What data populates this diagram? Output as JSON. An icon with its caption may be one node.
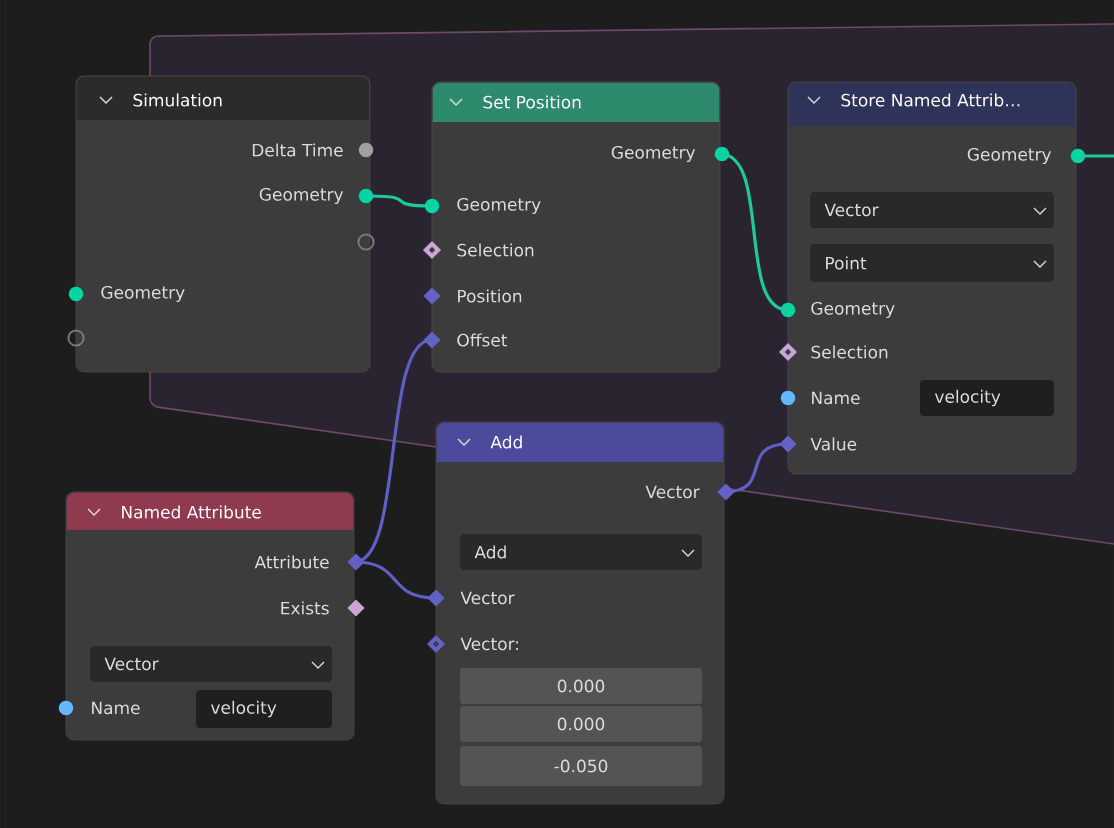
{
  "diagram": {
    "nodes": [
      {
        "text": [
          "Simulation",
          "Delta Time",
          "Geometry",
          "Geometry"
        ]
      },
      {
        "text": [
          "Set Position",
          "Geometry",
          "Geometry",
          "Selection",
          "Position",
          "Offset"
        ]
      },
      {
        "text": [
          "Store Named Attrib…",
          "Geometry",
          "Vector",
          "Point",
          "Geometry",
          "Selection",
          "Name",
          "velocity",
          "Value"
        ]
      },
      {
        "text": [
          "Add",
          "Vector",
          "Add",
          "Vector",
          "Vector:",
          "0.000",
          "0.000",
          "-0.050"
        ]
      },
      {
        "text": [
          "Named Attribute",
          "Attribute",
          "Exists",
          "Vector",
          "Name",
          "velocity"
        ]
      }
    ],
    "edges": [
      {
        "from": 0,
        "to": 1,
        "arrow": "none"
      },
      {
        "from": 1,
        "to": 2,
        "arrow": "none"
      },
      {
        "from": 2,
        "to": null,
        "arrow": "none"
      },
      {
        "from": 4,
        "to": 1,
        "arrow": "none",
        "color": "#5f5fc4"
      },
      {
        "from": 4,
        "to": 3,
        "arrow": "none",
        "color": "#5f5fc4"
      },
      {
        "from": 3,
        "to": 2,
        "arrow": "none",
        "color": "#5f5fc4"
      }
    ]
  }
}
